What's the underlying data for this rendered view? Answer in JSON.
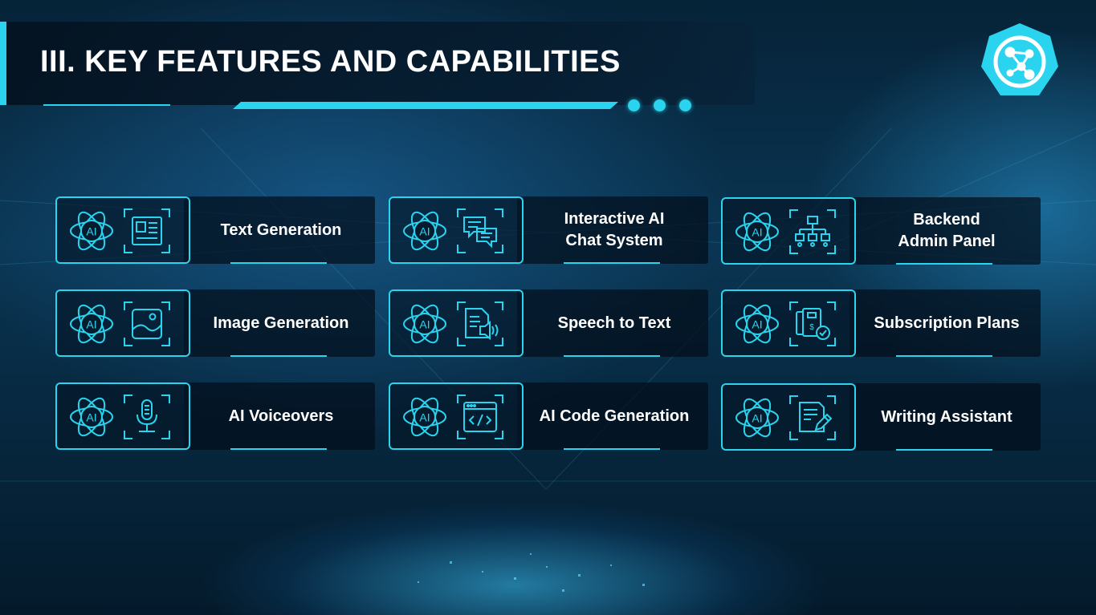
{
  "header": {
    "title": "III. KEY FEATURES AND CAPABILITIES"
  },
  "colors": {
    "accent": "#2bd4ee",
    "background": "#0a3552",
    "card_dark": "#03101d"
  },
  "features": [
    {
      "label": "Text Generation",
      "icon": "article-icon"
    },
    {
      "label": "Interactive AI\nChat System",
      "icon": "chat-bubbles-icon"
    },
    {
      "label": "Backend\nAdmin Panel",
      "icon": "hierarchy-icon"
    },
    {
      "label": "Image Generation",
      "icon": "image-icon"
    },
    {
      "label": "Speech to Text",
      "icon": "speech-document-icon"
    },
    {
      "label": "Subscription Plans",
      "icon": "subscription-icon"
    },
    {
      "label": "AI Voiceovers",
      "icon": "microphone-icon"
    },
    {
      "label": "AI Code Generation",
      "icon": "code-window-icon"
    },
    {
      "label": "Writing Assistant",
      "icon": "edit-document-icon"
    }
  ],
  "ai_icon_label": "AI"
}
